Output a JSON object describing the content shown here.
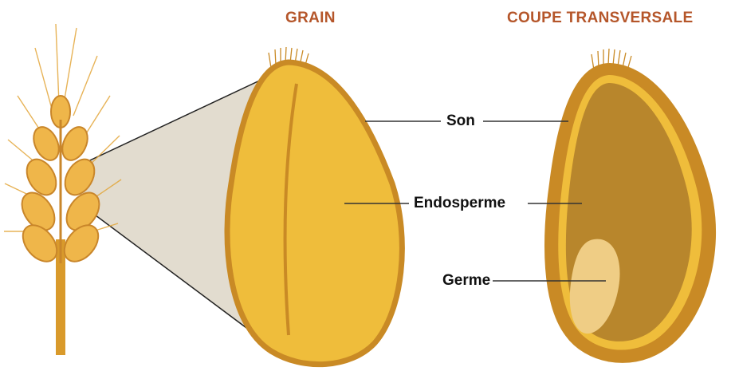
{
  "headings": {
    "grain": "GRAIN",
    "cross_section": "COUPE TRANSVERSALE"
  },
  "labels": {
    "bran": "Son",
    "endosperm": "Endosperme",
    "germ": "Germe"
  },
  "colors": {
    "heading": "#b5562a",
    "bran_outline": "#c98a25",
    "grain_fill": "#efbd3b",
    "endosperm_fill": "#b8862c",
    "germ_fill": "#efcd85",
    "wheat_ear": "#e3a63a",
    "zoom_funnel": "#e2dccf"
  },
  "icons": {
    "wheat": "wheat-ear-icon"
  }
}
